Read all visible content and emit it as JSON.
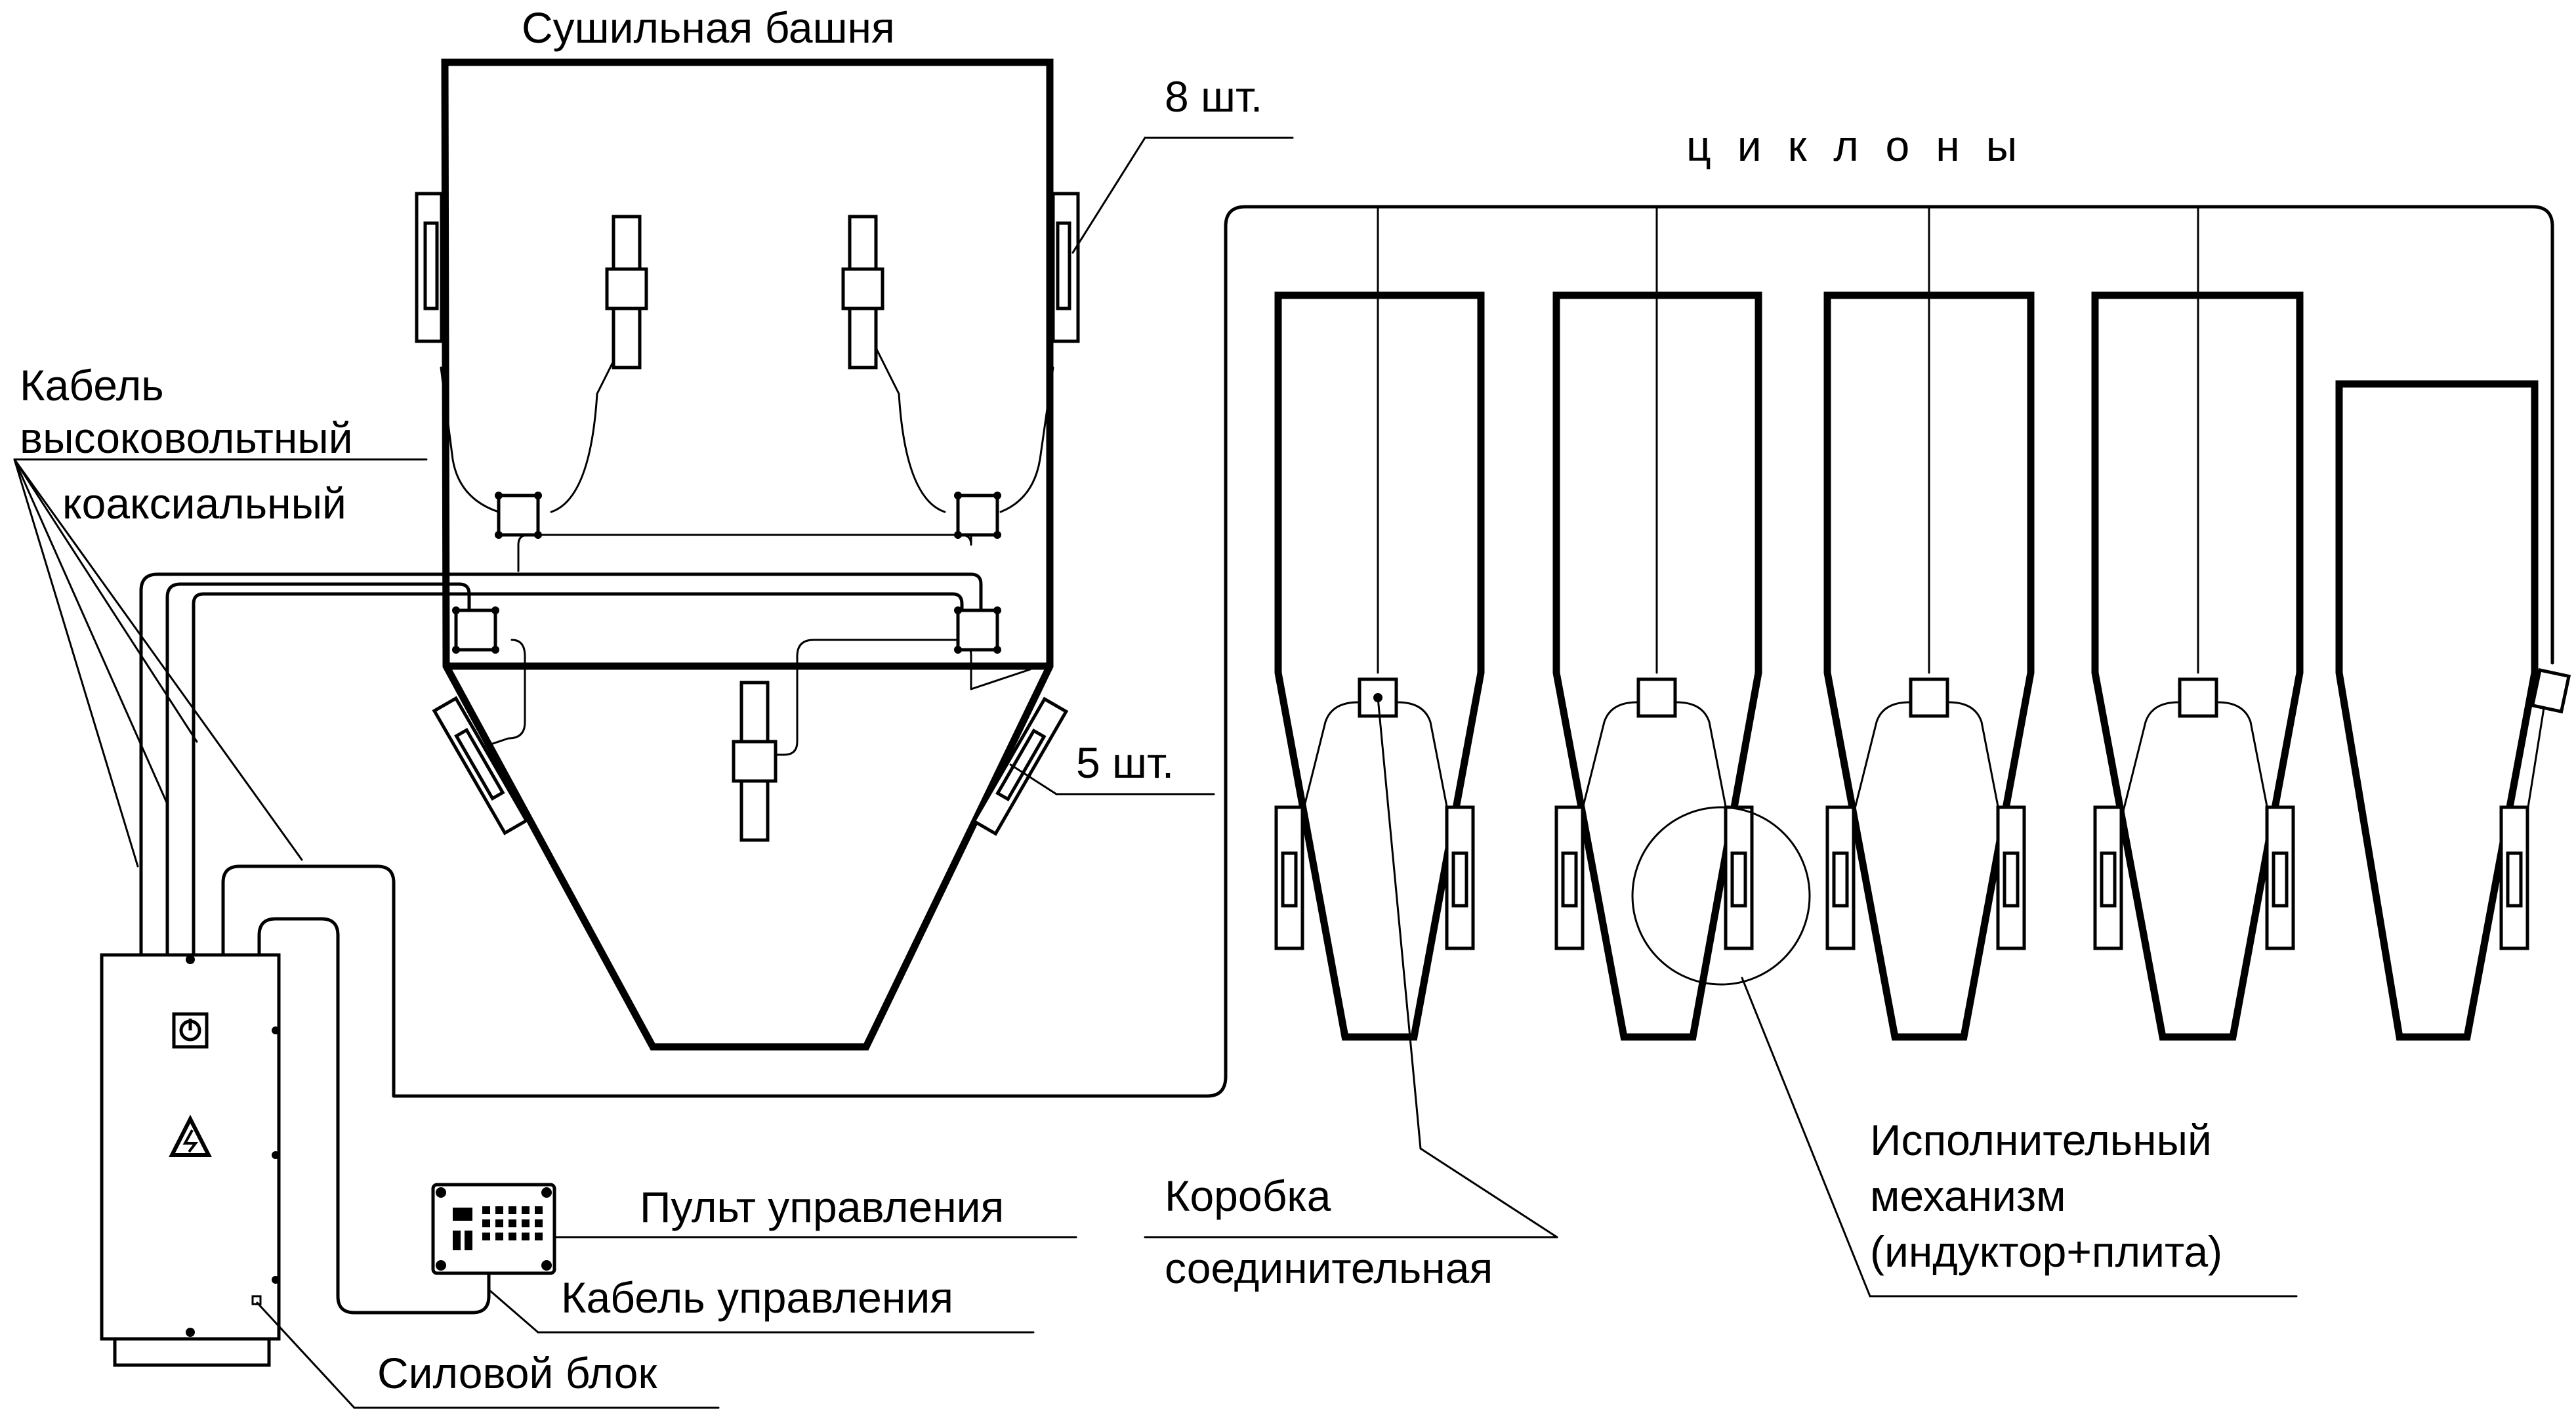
{
  "labels": {
    "drying_tower": "Сушильная башня",
    "count_8": "8 шт.",
    "cyclones": "циклоны",
    "cable_hv_line1": "Кабель",
    "cable_hv_line2": "высоковольтный",
    "cable_hv_line3": "коаксиальный",
    "count_5": "5 шт.",
    "actuator_line1": "Исполнительный",
    "actuator_line2": "механизм",
    "actuator_line3": "(индуктор+плита)",
    "junction_box_line1": "Коробка",
    "junction_box_line2": "соединительная",
    "control_panel": "Пульт управления",
    "control_cable": "Кабель управления",
    "power_unit": "Силовой блок"
  },
  "icons": {
    "power_switch": "power-switch-icon",
    "high_voltage_warning": "high-voltage-warning-icon"
  },
  "colors": {
    "line": "#000000",
    "background": "#ffffff"
  }
}
